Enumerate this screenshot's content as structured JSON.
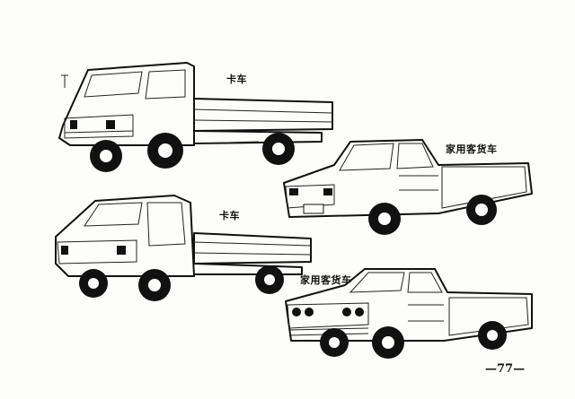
{
  "page": {
    "page_number": "—77—"
  },
  "illustrations": [
    {
      "id": "truck-1",
      "caption": "卡车",
      "icon": "flatbed-truck-icon"
    },
    {
      "id": "pickup-1",
      "caption": "家用客货车",
      "icon": "pickup-truck-icon"
    },
    {
      "id": "truck-2",
      "caption": "卡车",
      "icon": "flatbed-truck-icon"
    },
    {
      "id": "pickup-2",
      "caption": "家用客货车",
      "icon": "pickup-truck-icon"
    }
  ]
}
